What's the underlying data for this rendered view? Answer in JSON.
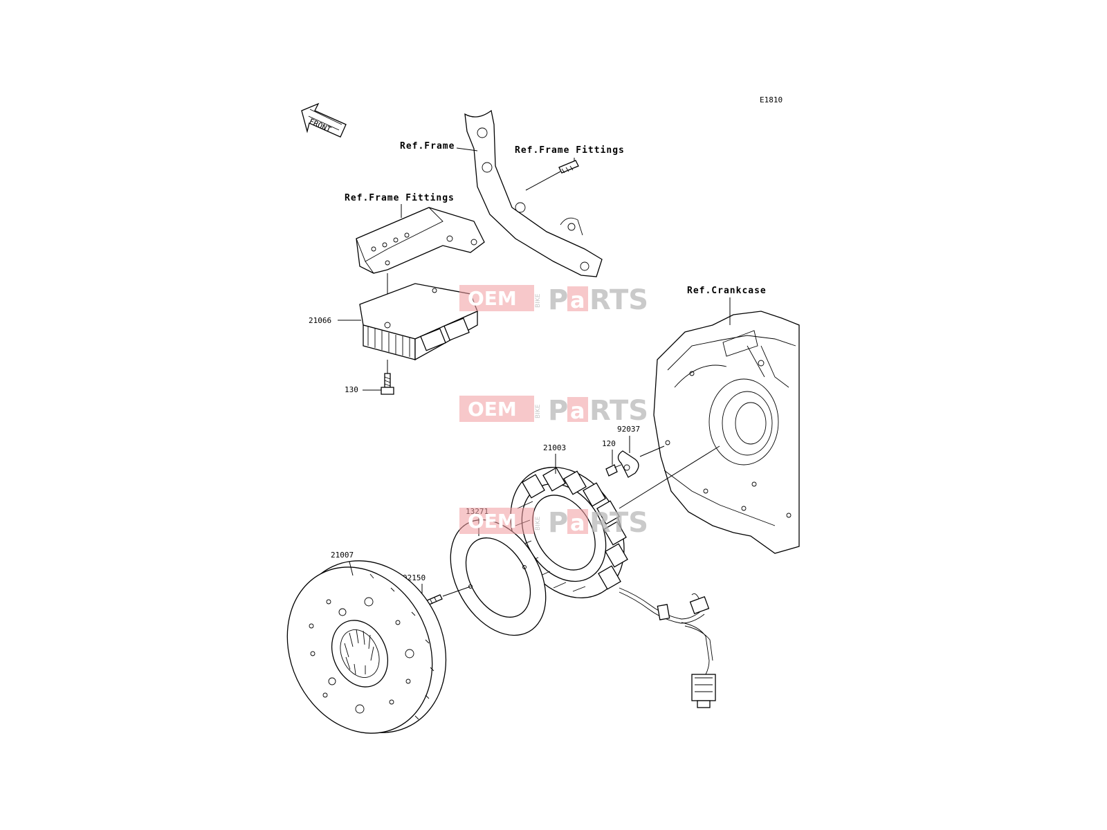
{
  "diagram_code": "E1810",
  "front_arrow_label": "FRONT",
  "callouts": {
    "ref_frame": "Ref.Frame",
    "ref_frame_fittings_right": "Ref.Frame Fittings",
    "ref_frame_fittings_left": "Ref.Frame Fittings",
    "ref_crankcase": "Ref.Crankcase",
    "p21066": "21066",
    "p130": "130",
    "p92037": "92037",
    "p120": "120",
    "p21003": "21003",
    "p13271": "13271",
    "p21007": "21007",
    "p92150": "92150"
  },
  "watermark": {
    "oem": "OEM",
    "bike": "BIKE",
    "parts_p": "P",
    "parts_a": "a",
    "parts_rts": "RTS"
  },
  "colors": {
    "watermark_red": "#f09a9e",
    "watermark_grey": "#b9b9b9",
    "line": "#000000"
  }
}
